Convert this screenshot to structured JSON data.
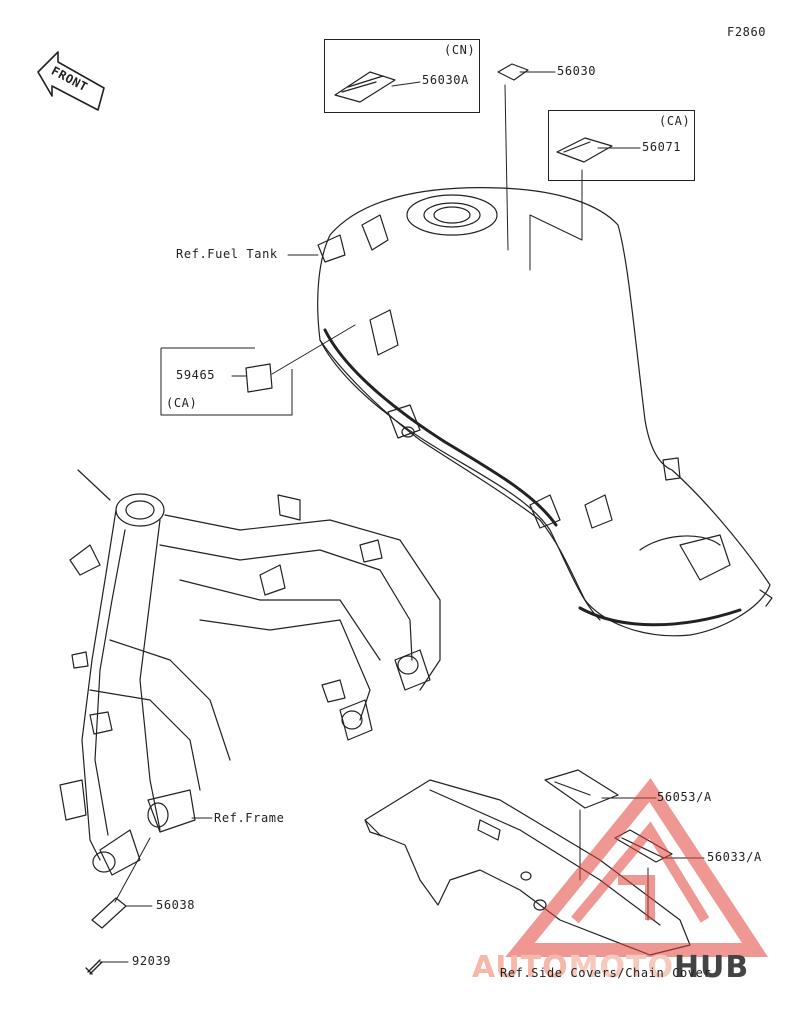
{
  "diagram_code": "F2860",
  "front_label": "FRONT",
  "callouts": {
    "p56030a": "56030A",
    "p56030": "56030",
    "p56071": "56071",
    "p59465": "59465",
    "p56053a": "56053/A",
    "p56033a": "56033/A",
    "p56038": "56038",
    "p92039": "92039"
  },
  "region_tags": {
    "cn": "(CN)",
    "ca_top": "(CA)",
    "ca_left": "(CA)"
  },
  "references": {
    "fuel_tank": "Ref.Fuel Tank",
    "frame": "Ref.Frame",
    "side_covers": "Ref.Side Covers/Chain Cover"
  },
  "watermark": {
    "auto": "AUTO",
    "moto": "MOTO",
    "hub": "HUB",
    "brand_color": "#e0413a"
  }
}
